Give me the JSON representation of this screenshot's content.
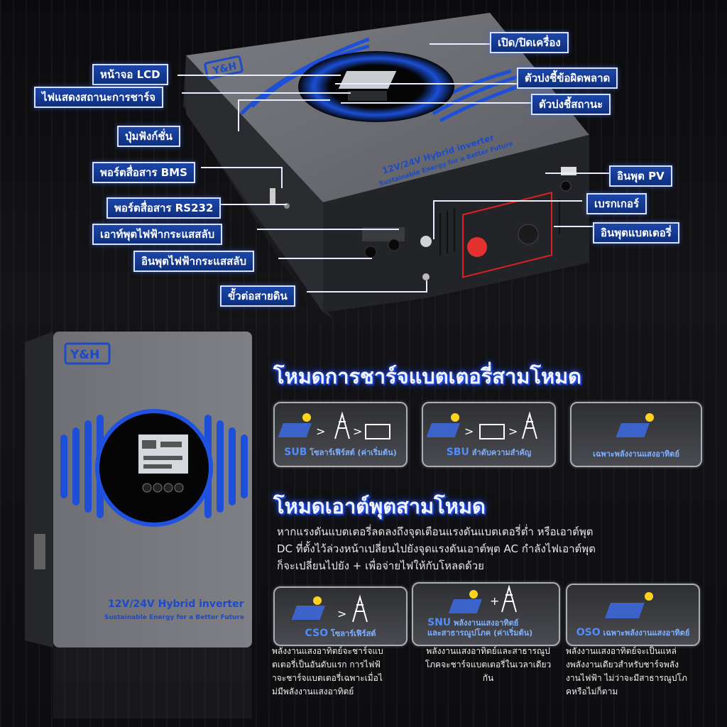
{
  "brand": "Y&H",
  "product": {
    "line1": "12V/24V Hybrid inverter",
    "line2": "Sustainable Energy for a Better Future"
  },
  "callouts": {
    "power": "เปิด/ปิดเครื่อง",
    "lcd": "หน้าจอ LCD",
    "error": "ตัวบ่งชี้ข้อผิดพลาด",
    "charge_status": "ไฟแสดงสถานะการชาร์จ",
    "status": "ตัวบ่งชี้สถานะ",
    "function_btn": "ปุ่มฟังก์ชั่น",
    "bms": "พอร์ตสื่อสาร BMS",
    "pv": "อินพุต PV",
    "rs232": "พอร์ตสื่อสาร RS232",
    "breaker": "เบรกเกอร์",
    "ac_out": "เอาท์พุตไฟฟ้ากระแสสลับ",
    "battery_in": "อินพุตแบตเตอรี่",
    "ac_in": "อินพุตไฟฟ้ากระแสสลับ",
    "ground": "ขั้วต่อสายดิน"
  },
  "section1": {
    "title": "โหมดการชาร์จแบตเตอรี่สามโหมด",
    "modes": [
      {
        "code": "SUB",
        "label": "โซลาร์เฟิร์สต์ (ค่าเริ่มต้น)"
      },
      {
        "code": "SBU",
        "label": "ลำดับความสำคัญ"
      },
      {
        "code": "",
        "label": "เฉพาะพลังงานแสงอาทิตย์"
      }
    ]
  },
  "section2": {
    "title": "โหมดเอาต์พุตสามโหมด",
    "desc1": "หากแรงดันแบตเตอรี่ลดลงถึงจุดเตือนแรงดันแบตเตอรี่ต่ำ หรือเอาต์พุต",
    "desc2": "DC ที่ตั้งไว้ล่วงหน้าเปลี่ยนไปยังจุดแรงดันเอาต์พุต AC กำลังไฟเอาต์พุต",
    "desc3": "ก็จะเปลี่ยนไปยัง + เพื่อจ่ายไฟให้กับโหลดด้วย",
    "modes": [
      {
        "code": "CSO",
        "label": "โซลาร์เฟิร์สต์",
        "text": [
          "พลังงานแสงอาทิตย์จะชาร์จแบ",
          "ตเตอรี่เป็นอันดับแรก การไฟฟ้",
          "าจะชาร์จแบตเตอรี่เฉพาะเมื่อไ",
          "ม่มีพลังงานแสงอาทิตย์"
        ]
      },
      {
        "code": "SNU",
        "label": "พลังงานแสงอาทิตย์",
        "label2": "และสาธารณูปโภค (ค่าเริ่มต้น)",
        "text": [
          "พลังงานแสงอาทิตย์และสาธารณูป",
          "โภคจะชาร์จแบตเตอรี่ในเวลาเดียว",
          "กัน"
        ]
      },
      {
        "code": "OSO",
        "label": "เฉพาะพลังงานแสงอาทิตย์",
        "text": [
          "พลังงานแสงอาทิตย์จะเป็นแหล่",
          "งพลังงานเดียวสำหรับชาร์จพลัง",
          "งานไฟฟ้า ไม่ว่าจะมีสาธารณูปโภ",
          "คหรือไม่ก็ตาม"
        ]
      }
    ]
  }
}
